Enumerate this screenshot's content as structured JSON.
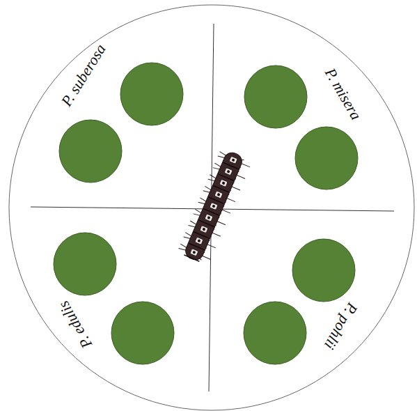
{
  "diagram": {
    "labels": [
      "P. suberosa",
      "P. misera",
      "P. edulis",
      "P. pohlii"
    ]
  }
}
